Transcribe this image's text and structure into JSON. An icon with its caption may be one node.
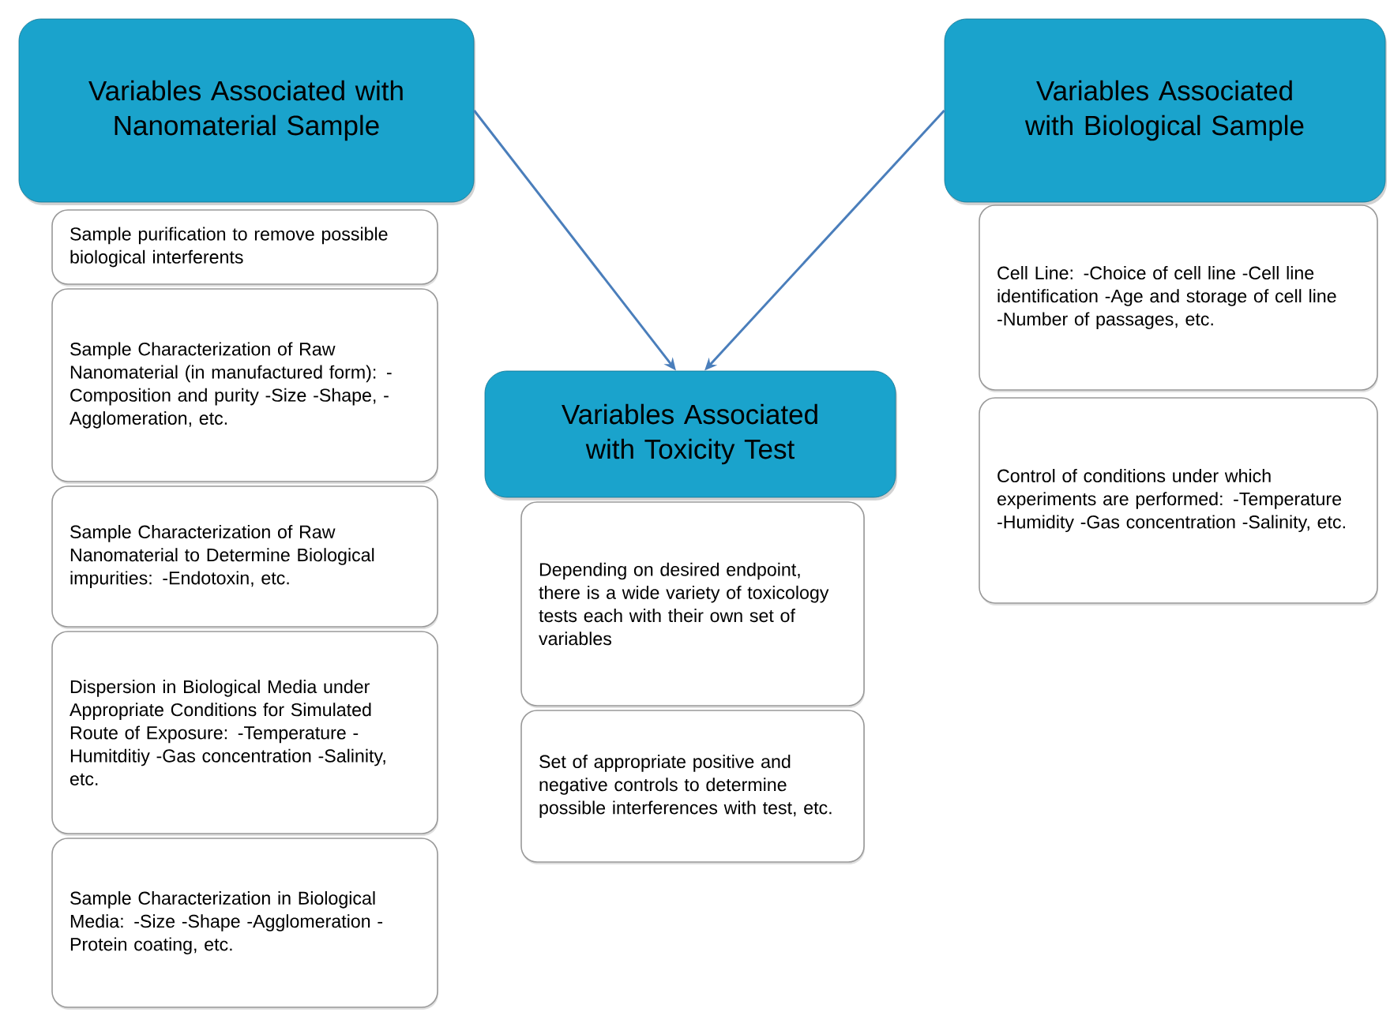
{
  "diagram": {
    "nodes": [
      {
        "text": [
          "Variables Associated with Nanomaterial Sample"
        ]
      },
      {
        "text": [
          "Sample purification to remove possible biological interferents"
        ]
      },
      {
        "text": [
          "Sample Characterization of Raw Nanomaterial (in manufactured form): -Composition and purity -Size -Shape, -Agglomeration, etc."
        ]
      },
      {
        "text": [
          "Sample Characterization of Raw Nanomaterial to Determine Biological impurities: -Endotoxin, etc."
        ]
      },
      {
        "text": [
          "Dispersion in Biological Media under Appropriate Conditions for Simulated Route of Exposure: -Temperature -Humitditiy -Gas concentration -Salinity, etc."
        ]
      },
      {
        "text": [
          "Sample Characterization in Biological Media: -Size -Shape -Agglomeration -Protein coating, etc."
        ]
      },
      {
        "text": [
          "Variables Associated with Toxicity Test"
        ]
      },
      {
        "text": [
          "Depending on desired endpoint, there is a wide variety of toxicology tests each with their own set of variables"
        ]
      },
      {
        "text": [
          "Set of appropriate positive and negative controls to determine possible interferences with test, etc."
        ]
      },
      {
        "text": [
          "Variables Associated with Biological Sample"
        ]
      },
      {
        "text": [
          "Cell Line: -Choice of cell line -Cell line identification -Age and storage of cell line -Number of passages, etc."
        ]
      },
      {
        "text": [
          "Control of conditions under which experiments are performed: -Temperature -Humidity -Gas concentration -Salinity, etc."
        ]
      }
    ],
    "edges": [
      {
        "from": 0,
        "to": 6,
        "arrow": "to"
      },
      {
        "from": 9,
        "to": 6,
        "arrow": "to"
      }
    ]
  }
}
